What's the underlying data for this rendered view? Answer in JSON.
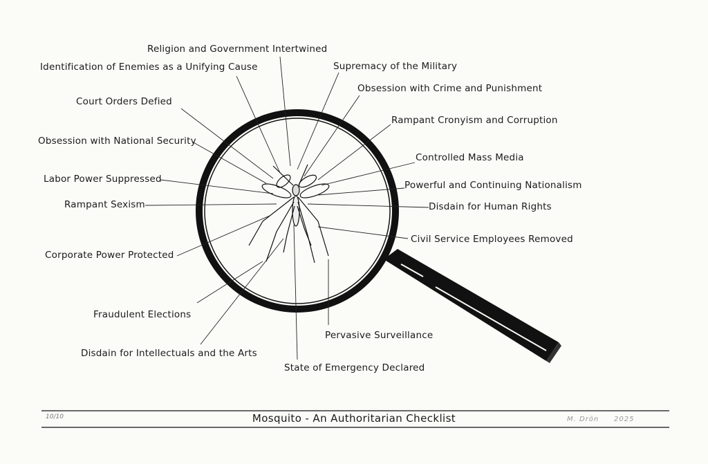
{
  "caption": "Mosquito - An Authoritarian Checklist",
  "edition": "10/10",
  "signature": "M. Drön",
  "year": "2025",
  "labels": [
    "Religion and Government Intertwined",
    "Identification of Enemies as a Unifying Cause",
    "Supremacy of the Military",
    "Obsession with Crime and Punishment",
    "Court Orders Defied",
    "Rampant Cronyism and Corruption",
    "Obsession with National Security",
    "Controlled Mass Media",
    "Labor Power Suppressed",
    "Powerful and Continuing Nationalism",
    "Rampant Sexism",
    "Disdain for Human Rights",
    "Civil Service Employees Removed",
    "Corporate Power Protected",
    "Fraudulent Elections",
    "Pervasive Surveillance",
    "Disdain for Intellectuals and the Arts",
    "State of Emergency Declared"
  ],
  "colors": {
    "ink": "#111111",
    "paper": "#fbfbf8"
  }
}
